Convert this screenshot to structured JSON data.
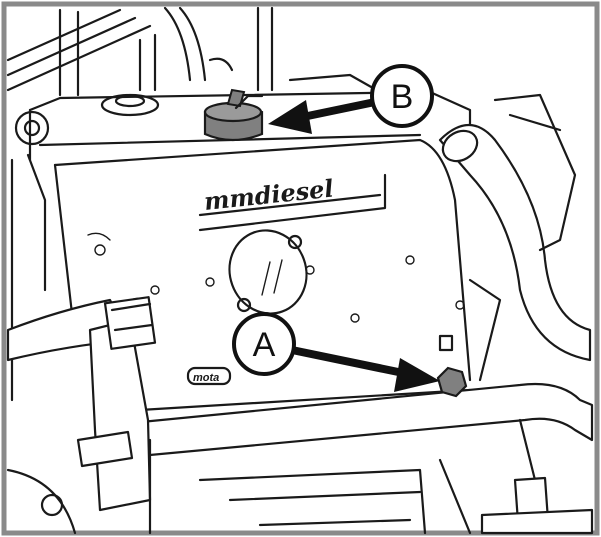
{
  "diagram": {
    "brand_label": "mmdiesel",
    "maker_badge": "mota",
    "callouts": [
      {
        "id": "A",
        "label": "A",
        "target": "drain-plug"
      },
      {
        "id": "B",
        "label": "B",
        "target": "filler-cap"
      }
    ],
    "colors": {
      "frame": "#8a8a8a",
      "line": "#1a1a1a",
      "highlight_part": "#808080",
      "background": "#ffffff"
    }
  }
}
